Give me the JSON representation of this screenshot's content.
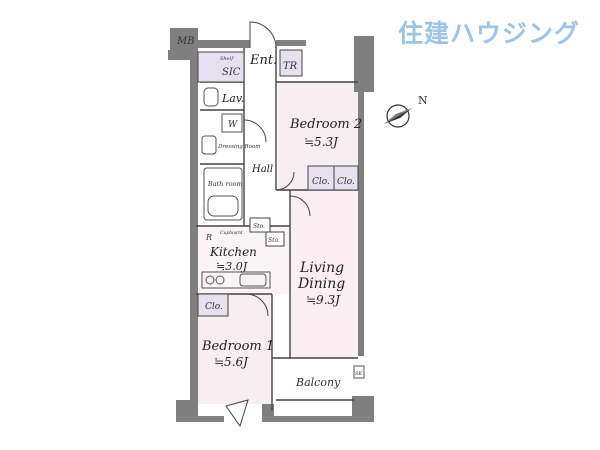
{
  "brand": {
    "text": "住建ハウジング",
    "color": "#9ec4e8"
  },
  "colors": {
    "wall": "#7f7f7f",
    "bedroom_fill": "#f8eef2",
    "living_fill": "#fbeef3",
    "storage_fill": "#e6e0f0",
    "line": "#444444"
  },
  "compass": {
    "label": "N"
  },
  "rooms": {
    "mb": "MB",
    "entrance": "Ent.",
    "tr": "TR",
    "sic": "SIC",
    "shelf": "Shelf",
    "lav": "Lav.",
    "w": "W",
    "dressing": "Dressing Room",
    "bath": "Bath room",
    "hall": "Hall",
    "bedroom2_name": "Bedroom 2",
    "bedroom2_size": "≒5.3J",
    "clo1": "Clo.",
    "clo2": "Clo.",
    "clo3": "Clo.",
    "sto1": "Sto.",
    "sto2": "Sto.",
    "r": "R",
    "cupboard": "Cupboard",
    "kitchen_name": "Kitchen",
    "kitchen_size": "≒3.0J",
    "living1": "Living",
    "living2": "Dining",
    "living_size": "≒9.3J",
    "bedroom1_name": "Bedroom 1",
    "bedroom1_size": "≒5.6J",
    "balcony": "Balcony",
    "sk": "SK"
  }
}
